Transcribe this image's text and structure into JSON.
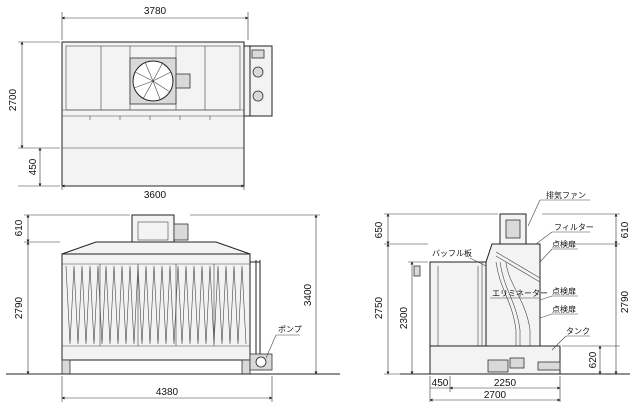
{
  "top_view": {
    "width_total": "3780",
    "width_body": "3600",
    "height_total": "2700",
    "height_lower": "450"
  },
  "front_view": {
    "height_top": "610",
    "height_body": "2790",
    "height_total": "3400",
    "width_total": "4380",
    "pump_label": "ポンプ"
  },
  "side_view": {
    "height_top_left": "650",
    "height_top_right": "610",
    "height_body_left": "2750",
    "height_inner": "2300",
    "height_body_right": "2790",
    "height_tank": "620",
    "width_offset": "450",
    "width_inner": "2250",
    "width_total": "2700",
    "labels": {
      "exhaust_fan": "排気ファン",
      "filter": "フィルター",
      "inspection_door_1": "点検扉",
      "baffle_plate": "バッフル板",
      "eliminator": "エリミネーター",
      "inspection_door_2": "点検扉",
      "inspection_door_3": "点検扉",
      "tank": "タンク"
    }
  }
}
